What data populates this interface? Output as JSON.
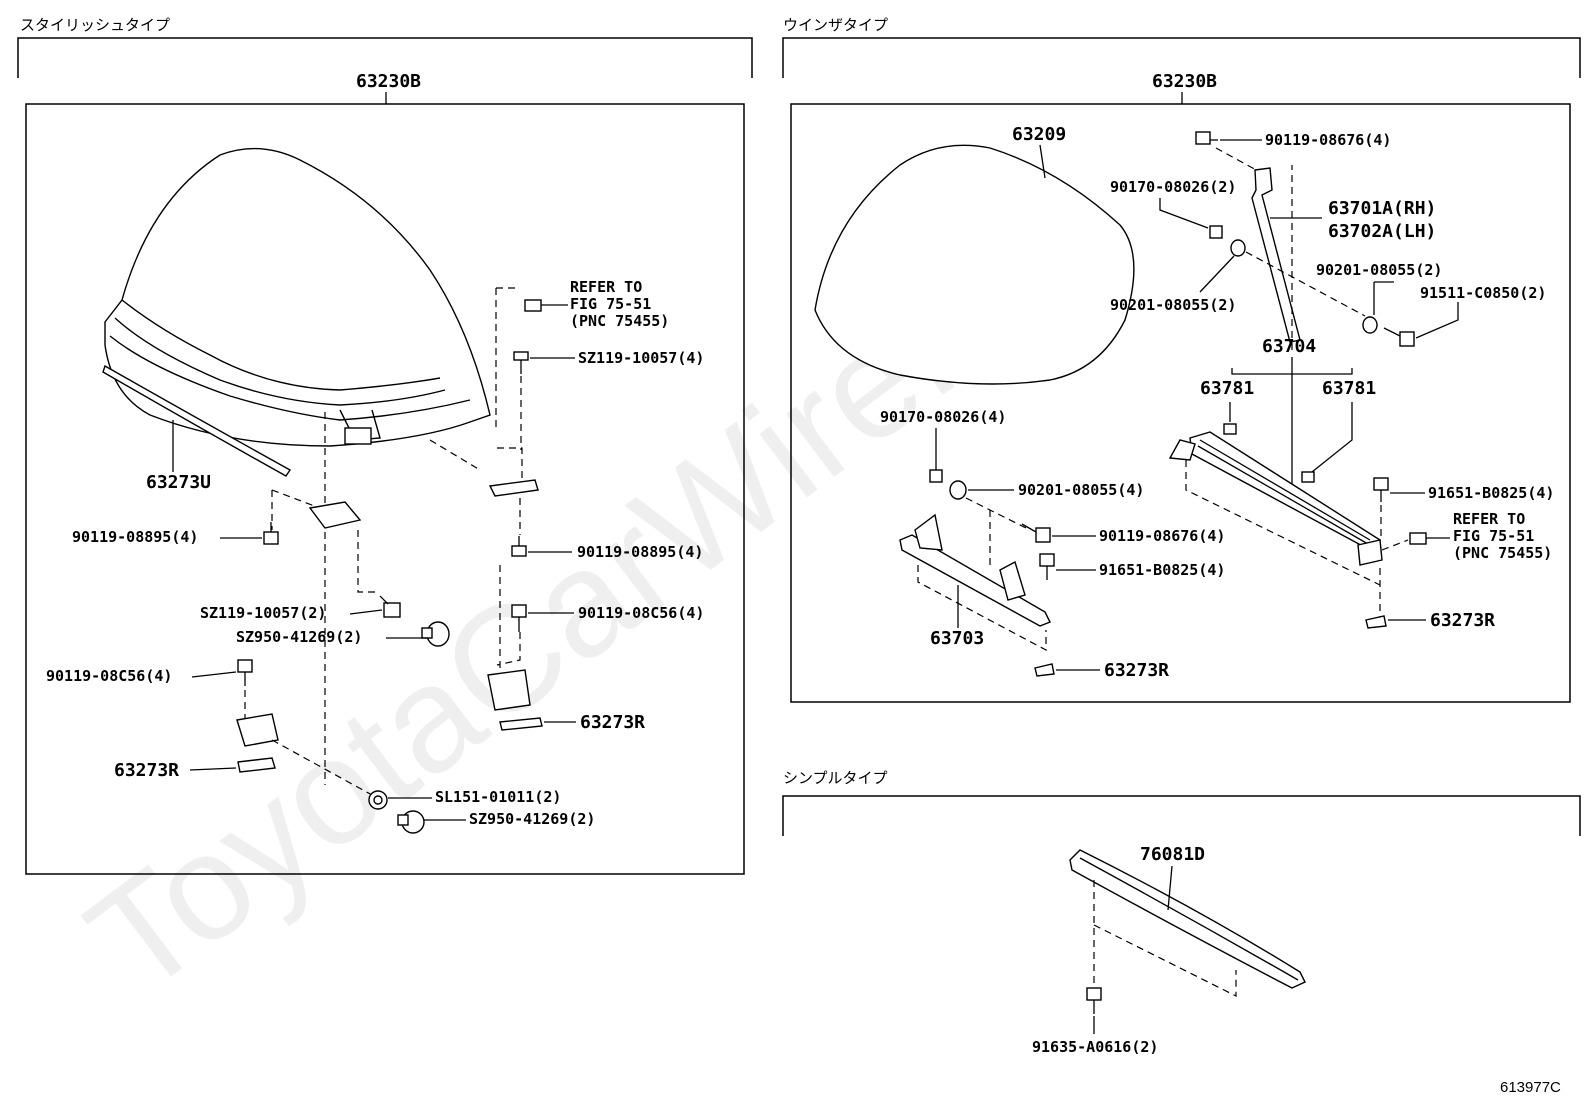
{
  "watermark": "ToyotaCarWire.ru",
  "figure_number": "613977C",
  "sections": {
    "stylish": {
      "heading": "スタイリッシュタイプ",
      "assembly_label": "63230B",
      "callouts": {
        "refer_to_line1": "REFER TO",
        "refer_to_line2": "FIG 75-51",
        "refer_to_line3": "(PNC 75455)",
        "sz119_top": "SZ119-10057(4)",
        "part_63273u": "63273U",
        "b08895_left": "90119-08895(4)",
        "b08895_right": "90119-08895(4)",
        "sz119_mid": "SZ119-10057(2)",
        "sz950_mid": "SZ950-41269(2)",
        "b08c56_right": "90119-08C56(4)",
        "b08c56_left": "90119-08C56(4)",
        "r63273_right": "63273R",
        "r63273_left": "63273R",
        "sl151": "SL151-01011(2)",
        "sz950_bottom": "SZ950-41269(2)"
      }
    },
    "winza": {
      "heading": "ウインザタイプ",
      "assembly_label": "63230B",
      "callouts": {
        "p63209": "63209",
        "b08676_top": "90119-08676(4)",
        "n08026_top": "90170-08026(2)",
        "p63701a": "63701A(RH)",
        "p63702a": "63702A(LH)",
        "w08055_right": "90201-08055(2)",
        "w08055_left": "90201-08055(2)",
        "b91511": "91511-C0850(2)",
        "p63704": "63704",
        "p63781_left": "63781",
        "p63781_right": "63781",
        "n08026_mid": "90170-08026(4)",
        "w08055_mid": "90201-08055(4)",
        "b91651_right": "91651-B0825(4)",
        "refer_to_line1": "REFER TO",
        "refer_to_line2": "FIG 75-51",
        "refer_to_line3": "(PNC 75455)",
        "b08676_mid": "90119-08676(4)",
        "b91651_mid": "91651-B0825(4)",
        "p63703": "63703",
        "r63273_right": "63273R",
        "r63273_bottom": "63273R"
      }
    },
    "simple": {
      "heading": "シンプルタイプ",
      "callouts": {
        "p76081d": "76081D",
        "b91635": "91635-A0616(2)"
      }
    }
  }
}
